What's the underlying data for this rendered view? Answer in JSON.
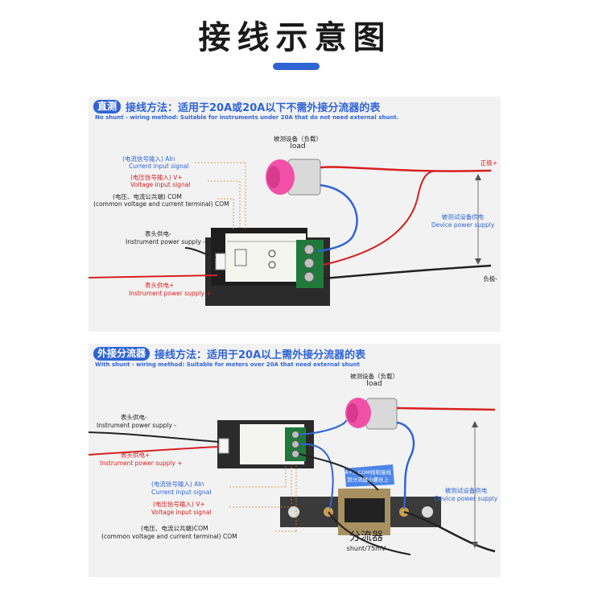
{
  "page": {
    "title": "接线示意图",
    "accent": "#2f64d4"
  },
  "panel_direct": {
    "badge": "直测",
    "heading": "接线方法：适用于20A或20A以下不需外接分流器的表",
    "subheading": "No shunt - wiring method: Suitable for instruments under 20A that do not need external shunt.",
    "load_cn": "被测设备（负载）",
    "load_en": "load",
    "positive": "正极+",
    "negative": "负极-",
    "device_power_cn": "被测试设备供电",
    "device_power_en": "Device power supply",
    "current_cn": "(电流信号输入) AIn",
    "current_en": "Current input signal",
    "voltage_cn": "(电压信号输入) V+",
    "voltage_en": "Voltage input signal",
    "common_cn": "(电压、电流公共端) COM",
    "common_en": "(common voltage and current terminal) COM",
    "inst_neg_cn": "表头供电-",
    "inst_neg_en": "Instrument power supply -",
    "inst_pos_cn": "表头供电+",
    "inst_pos_en": "Instrument power supply +"
  },
  "panel_shunt": {
    "badge": "外接分流器",
    "heading": "接线方法：适用于20A以上需外接分流器的表",
    "subheading": "With shunt - wiring method: Suitable for meters over 20A that need external shunt",
    "load_cn": "被测设备（负载）",
    "load_en": "load",
    "inst_neg_cn": "表头供电-",
    "inst_neg_en": "Instrument power supply -",
    "inst_pos_cn": "表头供电+",
    "inst_pos_en": "Instrument power supply +",
    "current_cn": "(电流信号输入) AIn",
    "current_en": "Current input signal",
    "voltage_cn": "(电压信号输入) V+",
    "voltage_en": "Voltage input signal",
    "common_cn": "(电压、电流公共端)COM",
    "common_en": "(common voltage and current terminal) COM",
    "device_power_cn": "被测试设备供电",
    "device_power_en": "Device power supply",
    "shunt_note_1": "A+、COM线和接线",
    "shunt_note_2": "到分流器小螺丝上",
    "shunt_cn": "分流器",
    "shunt_en": "shunt/75mV"
  }
}
